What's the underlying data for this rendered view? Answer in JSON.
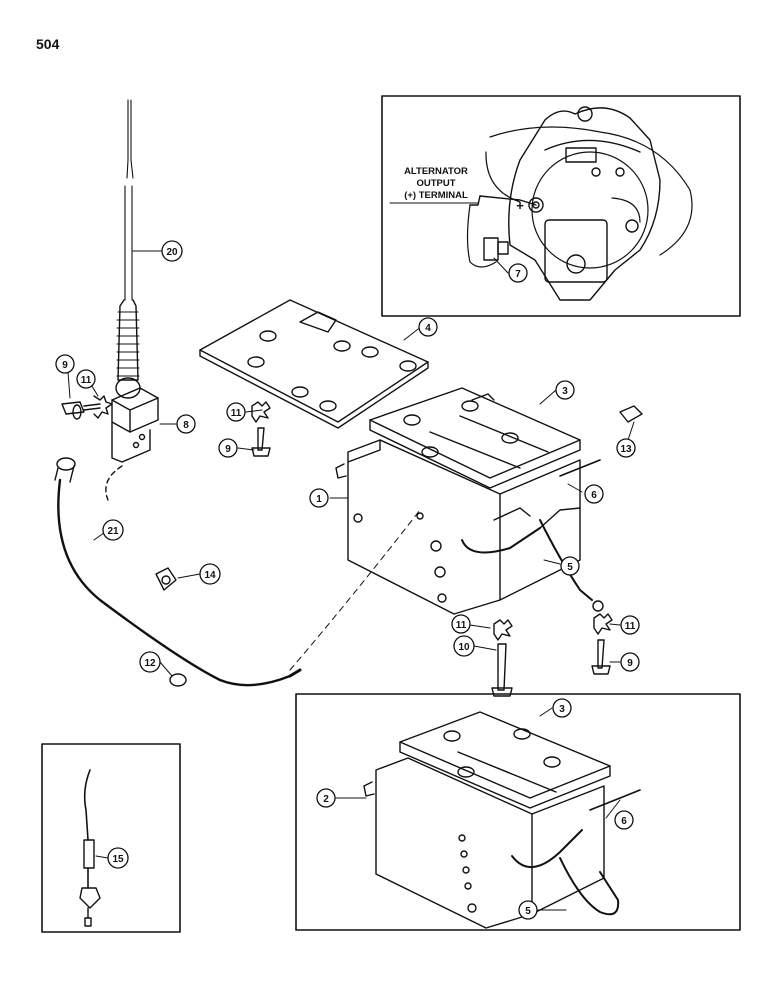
{
  "page_number": "504",
  "inset_alternator": {
    "label_lines": [
      "ALTERNATOR",
      "OUTPUT",
      "(+) TERMINAL"
    ],
    "plus_sign": "+"
  },
  "callouts": {
    "c1": "1",
    "c2": "2",
    "c3a": "3",
    "c3b": "3",
    "c4": "4",
    "c5a": "5",
    "c5b": "5",
    "c6a": "6",
    "c6b": "6",
    "c7": "7",
    "c8": "8",
    "c9a": "9",
    "c9b": "9",
    "c9c": "9",
    "c10": "10",
    "c11a": "11",
    "c11b": "11",
    "c11c": "11",
    "c11d": "11",
    "c12": "12",
    "c13": "13",
    "c14": "14",
    "c15": "15",
    "c20": "20",
    "c21": "21"
  }
}
